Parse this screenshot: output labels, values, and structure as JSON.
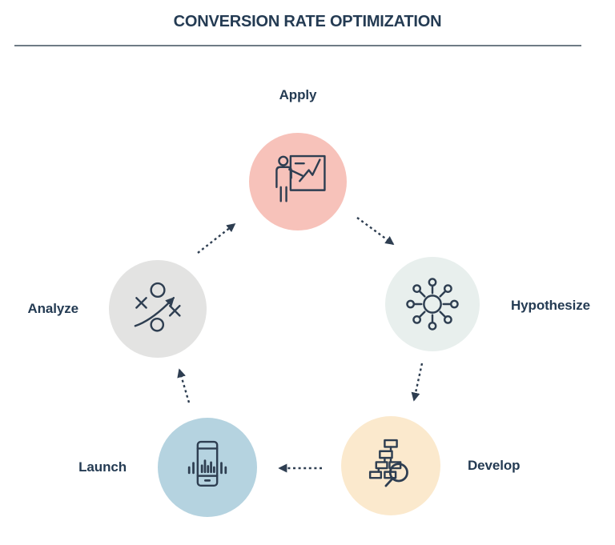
{
  "title": "CONVERSION RATE OPTIMIZATION",
  "colors": {
    "ink": "#2E3E51",
    "text": "#243B53",
    "divider": "#6E7B85",
    "background": "#FFFFFF"
  },
  "nodes": [
    {
      "id": "apply",
      "label": "Apply",
      "color": "#F7C2BA",
      "icon": "presentation-chart-icon"
    },
    {
      "id": "hypothesize",
      "label": "Hypothesize",
      "color": "#E8EFED",
      "icon": "network-hub-icon"
    },
    {
      "id": "develop",
      "label": "Develop",
      "color": "#FBE9CD",
      "icon": "sitemap-search-icon"
    },
    {
      "id": "launch",
      "label": "Launch",
      "color": "#B5D3E0",
      "icon": "phone-metrics-icon"
    },
    {
      "id": "analyze",
      "label": "Analyze",
      "color": "#E3E3E2",
      "icon": "strategy-play-icon"
    }
  ],
  "edges": [
    {
      "from": "Apply",
      "to": "Hypothesize"
    },
    {
      "from": "Hypothesize",
      "to": "Develop"
    },
    {
      "from": "Develop",
      "to": "Launch"
    },
    {
      "from": "Launch",
      "to": "Analyze"
    },
    {
      "from": "Analyze",
      "to": "Apply"
    }
  ]
}
